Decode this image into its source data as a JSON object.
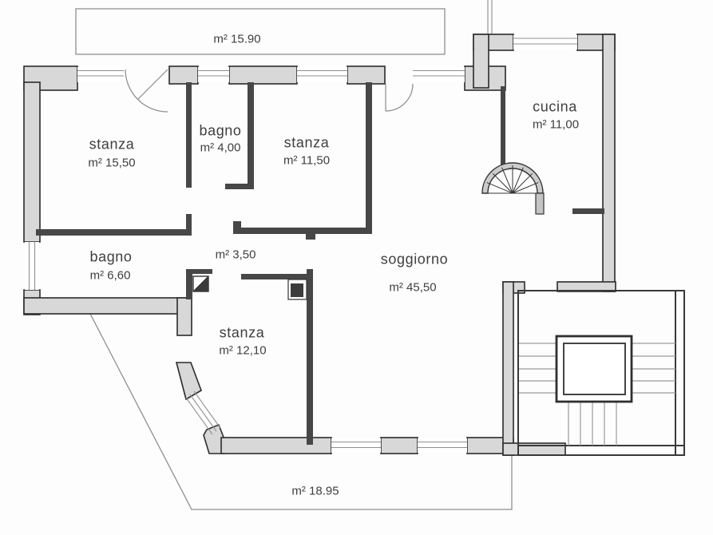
{
  "floorplan": {
    "type": "apartment-floor-plan",
    "rooms": {
      "balcony_top": {
        "area_label": "m² 15.90"
      },
      "stanza_nw": {
        "name": "stanza",
        "area_label": "m² 15,50"
      },
      "bagno_small": {
        "name": "bagno",
        "area_label": "m² 4,00"
      },
      "stanza_n": {
        "name": "stanza",
        "area_label": "m² 11,50"
      },
      "cucina": {
        "name": "cucina",
        "area_label": "m² 11,00"
      },
      "bagno_large": {
        "name": "bagno",
        "area_label": "m² 6,60"
      },
      "corridor": {
        "area_label": "m² 3,50"
      },
      "soggiorno": {
        "name": "soggiorno",
        "area_label": "m² 45,50"
      },
      "stanza_s": {
        "name": "stanza",
        "area_label": "m² 12,10"
      },
      "terrace_bottom": {
        "area_label": "m² 18.95"
      }
    },
    "colors": {
      "wall_fill": "#d8d8d8",
      "wall_stroke": "#2b2b2b",
      "partition": "#474747",
      "thin_line": "#8f8f8f",
      "stair_line": "#383838",
      "text": "#3f3f3f",
      "background": "#fdfdfd"
    }
  }
}
